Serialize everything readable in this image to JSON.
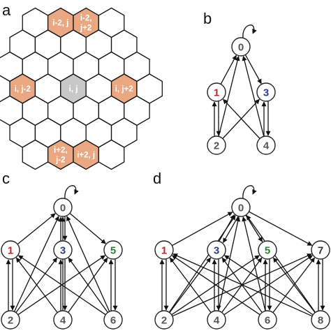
{
  "panels": {
    "a": {
      "letter": "a",
      "hex_labels": {
        "top_left": [
          "i-2, j"
        ],
        "top_right": [
          "i-2,",
          "j+2"
        ],
        "left": [
          "i, j-2"
        ],
        "center": [
          "i, j"
        ],
        "right": [
          "i, j+2"
        ],
        "bottom_left": [
          "i+2,",
          "j-2"
        ],
        "bottom_right": [
          "i+2, j"
        ]
      },
      "colors": {
        "highlight": "#e9a882",
        "center": "#c8c8c8",
        "plain": "#ffffff"
      }
    },
    "b": {
      "letter": "b",
      "nodes": [
        "0",
        "1",
        "3",
        "2",
        "4"
      ]
    },
    "c": {
      "letter": "c",
      "nodes": [
        "0",
        "1",
        "3",
        "5",
        "2",
        "4",
        "6"
      ]
    },
    "d": {
      "letter": "d",
      "nodes": [
        "0",
        "1",
        "3",
        "5",
        "7",
        "2",
        "4",
        "6",
        "8"
      ]
    }
  },
  "node_colors": {
    "0": "#555555",
    "1": "#c0272d",
    "3": "#2a3c8f",
    "5": "#2e7d32",
    "7": "#333333",
    "2": "#555555",
    "4": "#555555",
    "6": "#555555",
    "8": "#555555"
  }
}
